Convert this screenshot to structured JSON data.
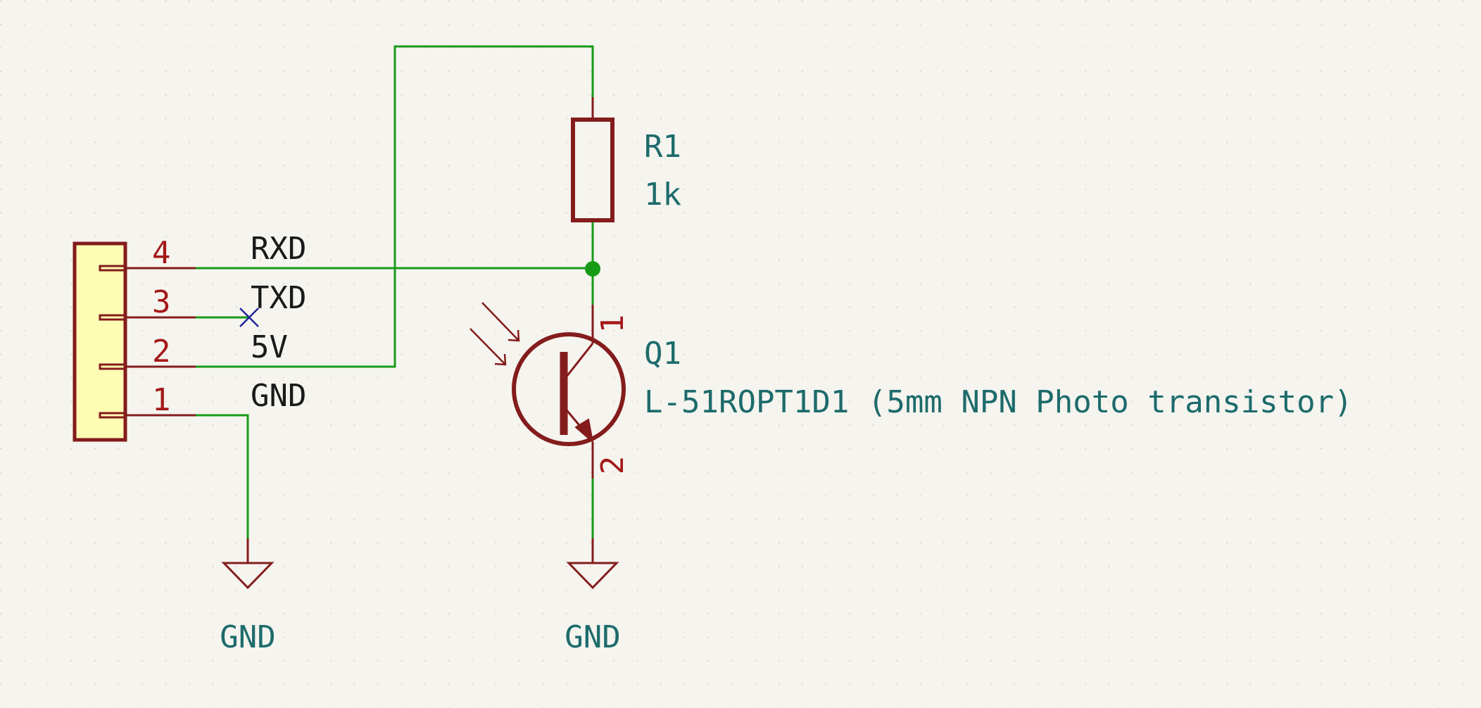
{
  "connector": {
    "pins": [
      {
        "number": "4",
        "net": "RXD"
      },
      {
        "number": "3",
        "net": "TXD"
      },
      {
        "number": "2",
        "net": "5V"
      },
      {
        "number": "1",
        "net": "GND"
      }
    ]
  },
  "resistor": {
    "reference": "R1",
    "value": "1k"
  },
  "transistor": {
    "reference": "Q1",
    "value": "L-51ROPT1D1 (5mm NPN Photo transistor)",
    "collector_pin": "1",
    "emitter_pin": "2"
  },
  "ground_symbols": [
    {
      "label": "GND"
    },
    {
      "label": "GND"
    }
  ],
  "colors": {
    "background": "#f5f4ef",
    "wire": "#179b17",
    "symbol": "#841c1c",
    "symbol_fill": "#fdfdb3",
    "pin_number": "#a31818",
    "net_label": "#1a1a1a",
    "field_text": "#1d6b6b",
    "no_connect": "#1f2399",
    "junction": "#179b17"
  }
}
